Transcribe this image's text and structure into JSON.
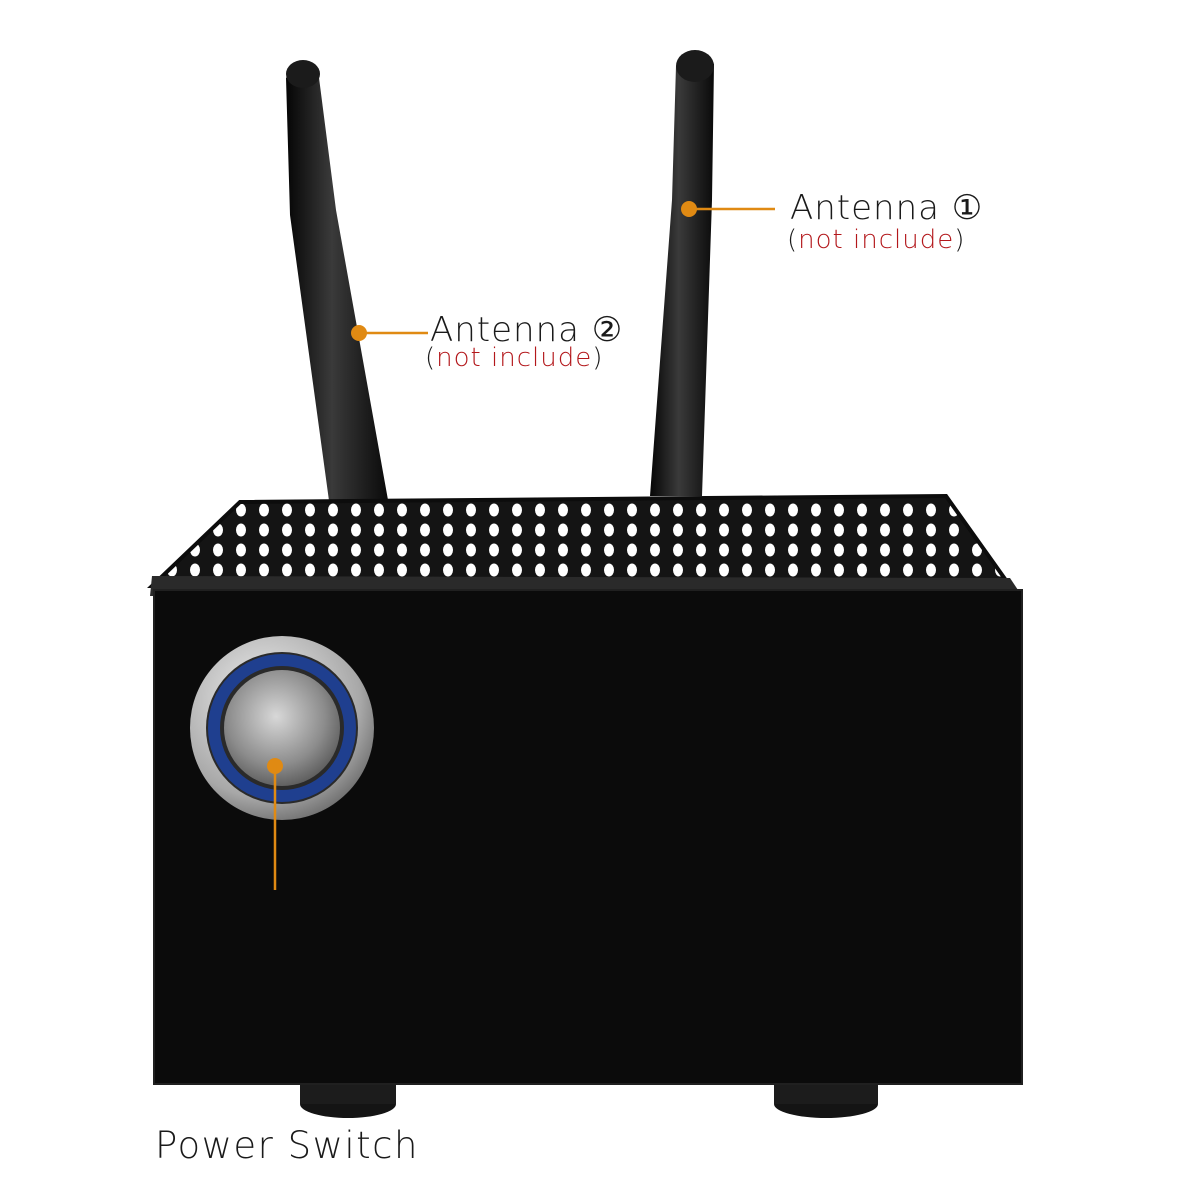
{
  "colors": {
    "background": "#ffffff",
    "leader": "#e08a13",
    "note": "#b3171b",
    "enclosure": "#0b0b0b",
    "button_ring": "#1f3f8f"
  },
  "callouts": {
    "antenna1": {
      "label": "Antenna ①",
      "paren_open": "(",
      "note": "not include",
      "paren_close": ")"
    },
    "antenna2": {
      "label": "Antenna ②",
      "paren_open": "(",
      "note": "not include",
      "paren_close": ")"
    },
    "power_switch": {
      "label": "Power Switch"
    }
  },
  "objects": [
    "antenna-1",
    "antenna-2",
    "vented-enclosure",
    "power-button",
    "rubber-feet"
  ]
}
